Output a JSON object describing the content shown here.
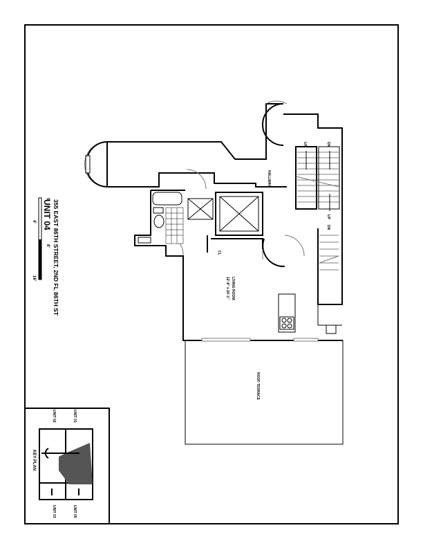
{
  "title": {
    "unit": "UNIT 04",
    "address": "355 EAST 86TH STREET, 2ND FL 86TH ST"
  },
  "scale_bar": {
    "labels": [
      "0",
      "4'",
      "8'",
      "16'"
    ]
  },
  "rooms": {
    "hallway": "HALLWAY",
    "living_room": "LIVING ROOM",
    "living_room_dims": "12'-8\" x 24'-1\"",
    "closet": "CL",
    "roof_terrace": "ROOF TERRACE"
  },
  "stairs": {
    "up": "UP",
    "down": "DN"
  },
  "key_plan": {
    "title": "KEY PLAN",
    "units": [
      "UNIT 01",
      "UNIT 02",
      "UNIT 03",
      "UNIT 05"
    ]
  }
}
